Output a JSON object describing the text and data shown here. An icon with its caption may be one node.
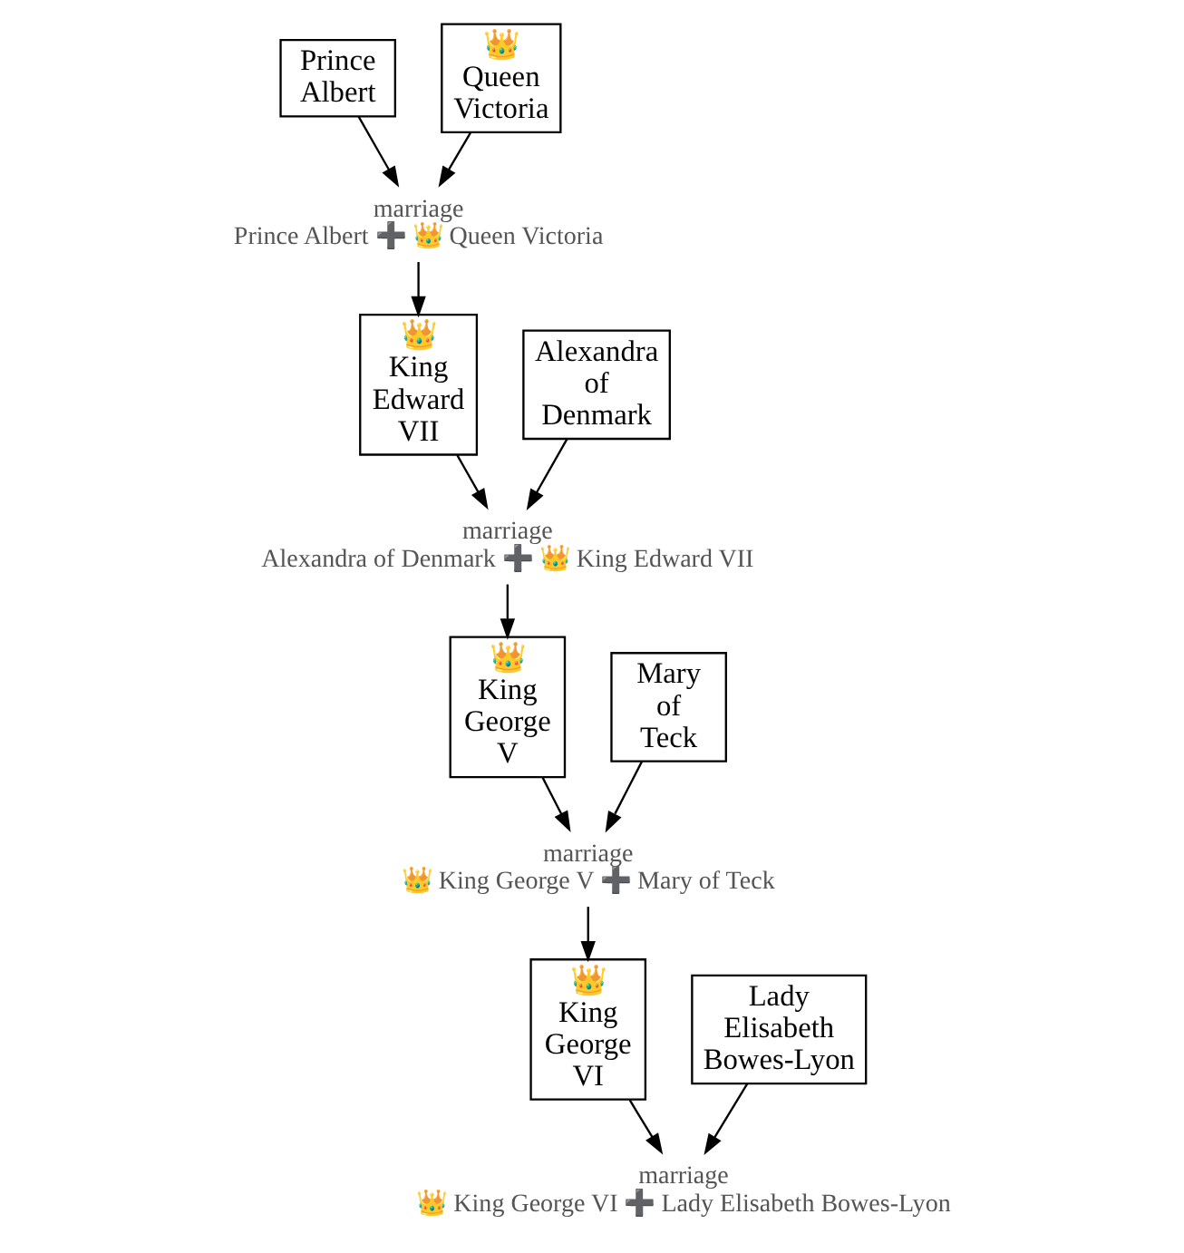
{
  "diagram": {
    "nodes": [
      {
        "text": [
          "Prince Albert"
        ]
      },
      {
        "text": [
          "👑 Queen Victoria"
        ]
      },
      {
        "text": [
          "marriage",
          "Prince Albert ➕ 👑 Queen Victoria"
        ]
      },
      {
        "text": [
          "Alexandra of Denmark"
        ]
      },
      {
        "text": [
          "👑 King Edward VII"
        ]
      },
      {
        "text": [
          "marriage",
          "Alexandra of Denmark ➕ 👑 King Edward VII"
        ]
      },
      {
        "text": [
          "👑 King George V"
        ]
      },
      {
        "text": [
          "Mary of Teck"
        ]
      },
      {
        "text": [
          "marriage",
          "👑 King George V ➕ Mary of Teck"
        ]
      },
      {
        "text": [
          "👑 King George VI"
        ]
      },
      {
        "text": [
          "Lady Elisabeth Bowes-Lyon"
        ]
      },
      {
        "text": [
          "marriage",
          "👑 King George VI ➕ Lady Elisabeth Bowes-Lyon"
        ]
      }
    ],
    "edges": [
      {
        "from": 0,
        "to": 2,
        "arrow": "to"
      },
      {
        "from": 1,
        "to": 2,
        "arrow": "to"
      },
      {
        "from": 2,
        "to": 4,
        "arrow": "to"
      },
      {
        "from": 3,
        "to": 5,
        "arrow": "to"
      },
      {
        "from": 4,
        "to": 5,
        "arrow": "to"
      },
      {
        "from": 5,
        "to": 6,
        "arrow": "to"
      },
      {
        "from": 6,
        "to": 8,
        "arrow": "to"
      },
      {
        "from": 7,
        "to": 8,
        "arrow": "to"
      },
      {
        "from": 8,
        "to": 9,
        "arrow": "to"
      },
      {
        "from": 9,
        "to": 11,
        "arrow": "to"
      },
      {
        "from": 10,
        "to": 11,
        "arrow": "to"
      }
    ]
  }
}
